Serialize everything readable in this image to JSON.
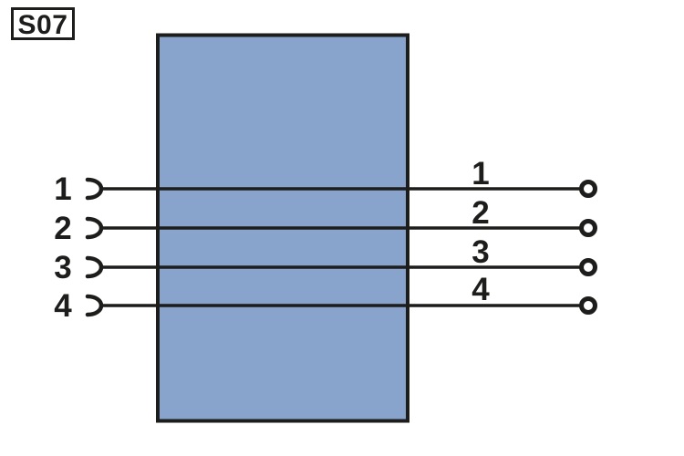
{
  "diagram": {
    "component_label": "S07",
    "component_type": "wiring-connector-block",
    "colors": {
      "component_fill": "#88a4cc",
      "line_stroke": "#1d1d1b",
      "background": "#ffffff"
    },
    "left_terminal_icon": "socket-contact-icon",
    "right_terminal_icon": "ring-terminal-icon",
    "pins": [
      {
        "number": "1",
        "left_label": "1",
        "right_label": "1"
      },
      {
        "number": "2",
        "left_label": "2",
        "right_label": "2"
      },
      {
        "number": "3",
        "left_label": "3",
        "right_label": "3"
      },
      {
        "number": "4",
        "left_label": "4",
        "right_label": "4"
      }
    ]
  }
}
